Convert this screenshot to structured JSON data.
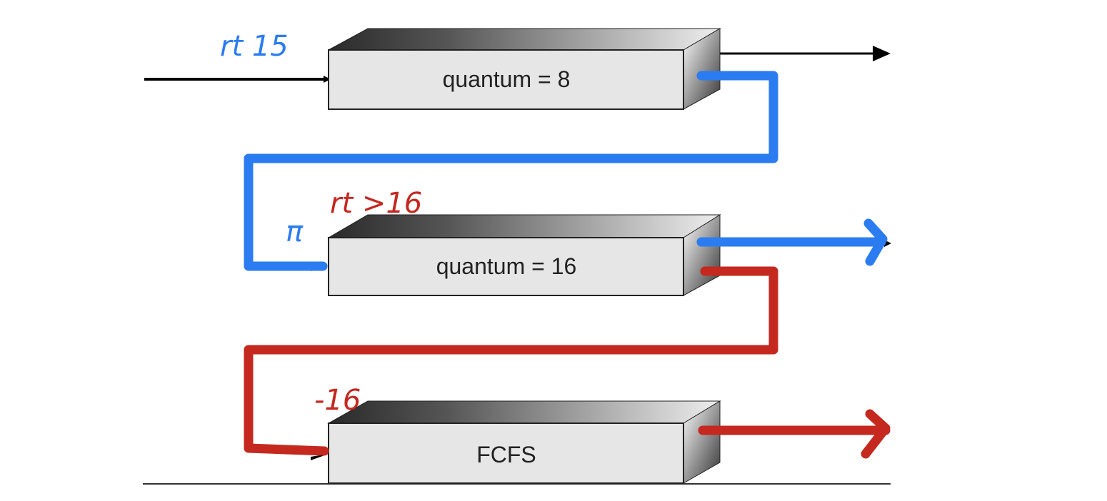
{
  "queues": [
    {
      "label": "quantum = 8"
    },
    {
      "label": "quantum = 16"
    },
    {
      "label": "FCFS"
    }
  ],
  "annotations": {
    "blue_top": "rt 15",
    "blue_middle": "π",
    "red_middle": "rt >16",
    "red_bottom": "-16"
  },
  "colors": {
    "blue": "#2b7cf0",
    "red": "#c4281f",
    "box_front": "#e6e6e6",
    "arrow": "#000000"
  }
}
